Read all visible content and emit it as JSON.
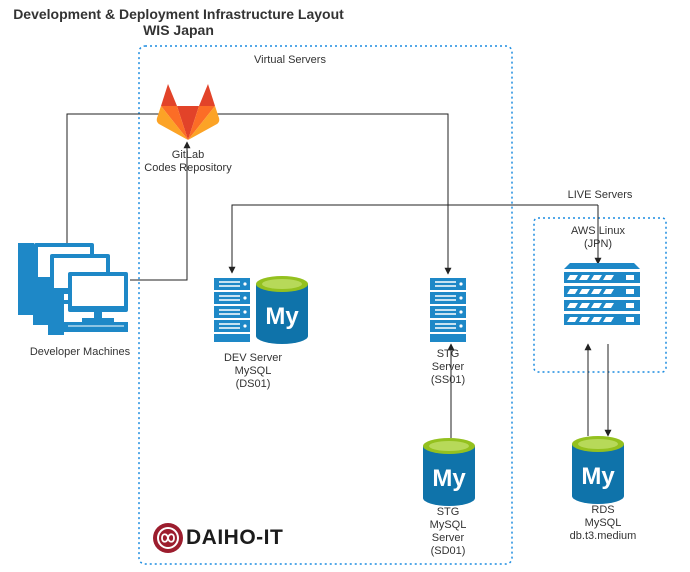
{
  "title": {
    "line1": "Development & Deployment Infrastructure Layout",
    "line2": "WIS Japan"
  },
  "groups": {
    "virtual_servers": "Virtual Servers",
    "live_servers": "LIVE Servers"
  },
  "nodes": {
    "gitlab": [
      "GitLab",
      "Codes Repository"
    ],
    "developer_machines": [
      "Developer Machines"
    ],
    "dev_server": [
      "DEV Server",
      "MySQL",
      "(DS01)"
    ],
    "stg_server": [
      "STG",
      "Server",
      "(SS01)"
    ],
    "aws_linux": [
      "AWS Linux",
      "(JPN)"
    ],
    "stg_mysql": [
      "STG",
      "MySQL",
      "Server",
      "(SD01)"
    ],
    "rds": [
      "RDS",
      "MySQL",
      "db.t3.medium"
    ]
  },
  "logo": {
    "text": "DAIHO-IT"
  },
  "icons": {
    "gitlab": "gitlab-icon",
    "server": "server-rack-icon",
    "mysql": "mysql-database-icon",
    "workstation": "developer-workstations-icon"
  },
  "colors": {
    "server_blue": "#1e88c7",
    "mysql_body": "#0f73aa",
    "mysql_top": "#94c11f",
    "group_border": "#1c8ce0",
    "connector": "#222222",
    "gitlab_orange": "#e24329",
    "logo_red": "#9c1d2e"
  }
}
